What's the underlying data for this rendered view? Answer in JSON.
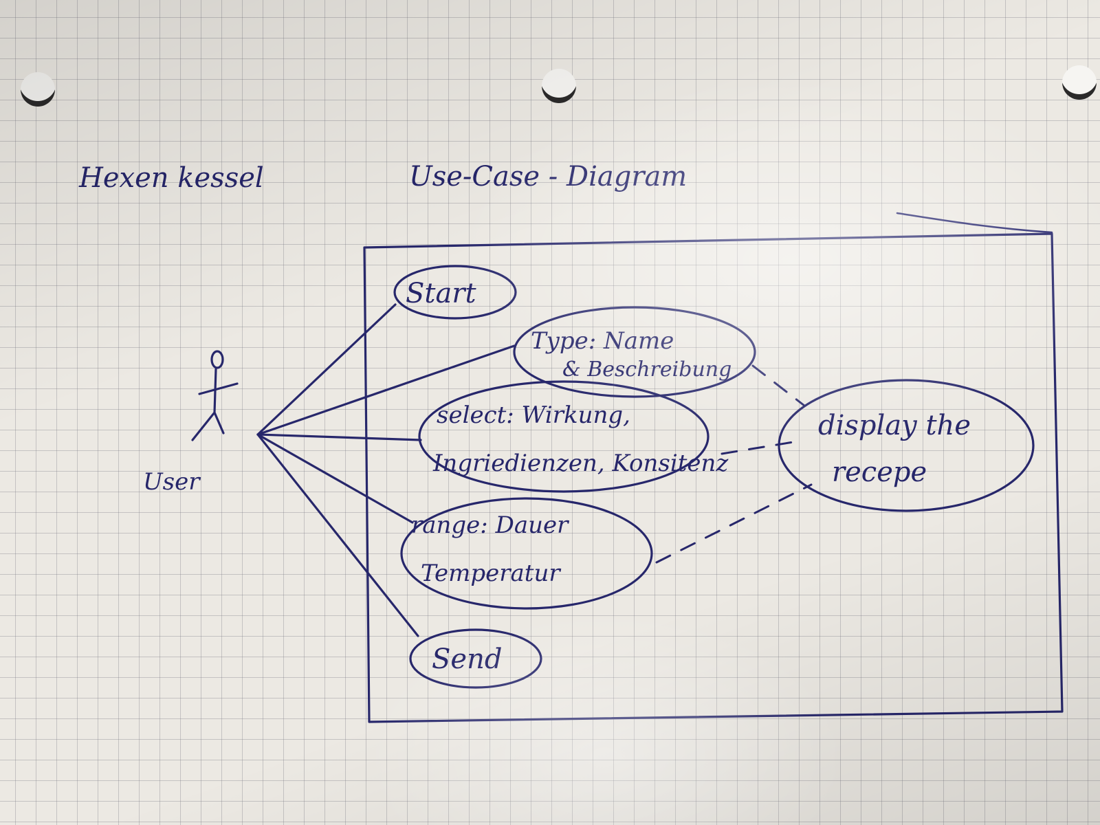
{
  "header": {
    "title": "Hexen kessel",
    "subtitle": "Use-Case - Diagram"
  },
  "actor": {
    "label": "User"
  },
  "use_cases": [
    {
      "id": "start",
      "lines": [
        "Start"
      ]
    },
    {
      "id": "type",
      "lines": [
        "Type: Name",
        "& Beschreibung"
      ]
    },
    {
      "id": "select",
      "lines": [
        "select: Wirkung,",
        "Ingriedienzen, Konsitenz"
      ]
    },
    {
      "id": "range",
      "lines": [
        "range: Dauer",
        "Temperatur"
      ]
    },
    {
      "id": "send",
      "lines": [
        "Send"
      ]
    },
    {
      "id": "display",
      "lines": [
        "display the",
        "recepe"
      ]
    }
  ]
}
